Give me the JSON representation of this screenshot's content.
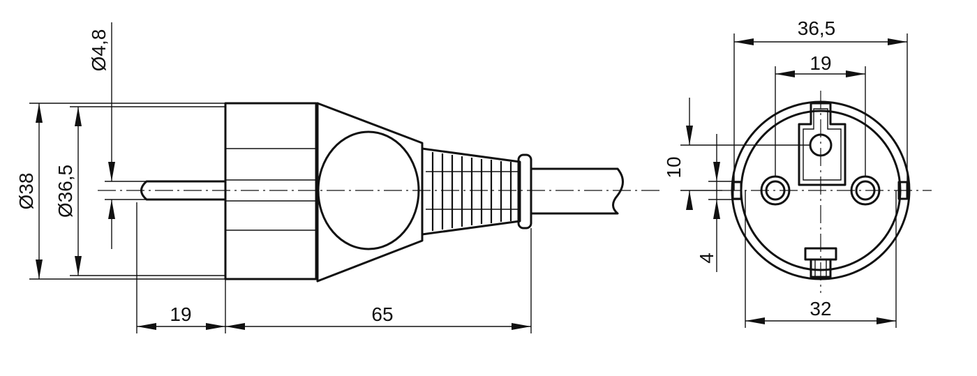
{
  "drawing": {
    "side_view": {
      "dims": {
        "pin_diameter": "Ø4,8",
        "body_diameter_outer": "Ø38",
        "body_diameter_inner": "Ø36,5",
        "pin_length": "19",
        "body_length": "65"
      }
    },
    "front_view": {
      "dims": {
        "outer_width": "36,5",
        "pin_spacing": "19",
        "contact_height": "10",
        "contact_offset": "4",
        "inner_width": "32"
      }
    }
  }
}
